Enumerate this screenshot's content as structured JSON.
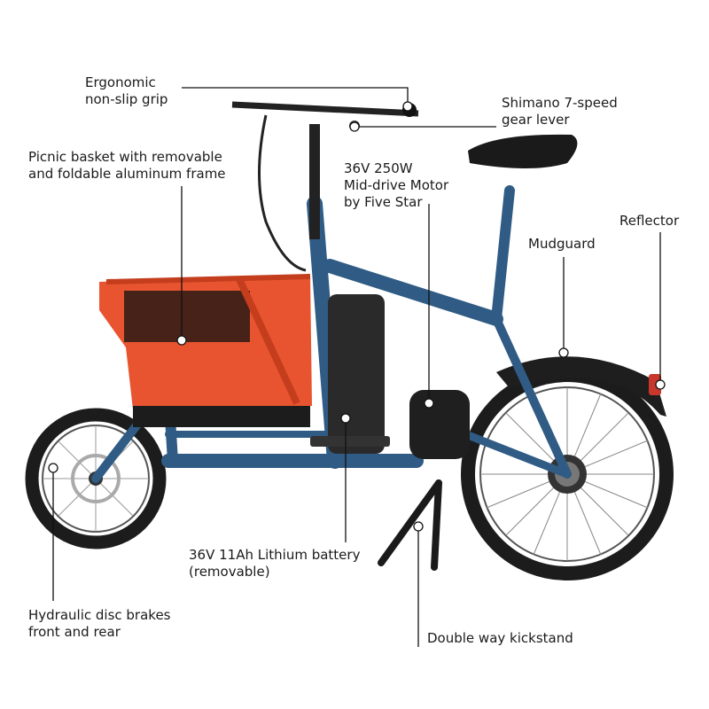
{
  "callouts": {
    "grip": [
      "Ergonomic",
      "non-slip grip"
    ],
    "gear_lever": [
      "Shimano 7-speed",
      "gear lever"
    ],
    "basket": [
      "Picnic basket with removable",
      "and foldable aluminum frame"
    ],
    "motor": [
      "36V 250W",
      "Mid-drive Motor",
      "by Five Star"
    ],
    "reflector": [
      "Reflector"
    ],
    "mudguard": [
      "Mudguard"
    ],
    "battery": [
      "36V 11Ah Lithium battery",
      "(removable)"
    ],
    "brakes": [
      "Hydraulic disc brakes",
      "front and rear"
    ],
    "kickstand": [
      "Double way kickstand"
    ]
  },
  "colors": {
    "frame": "#2f5b84",
    "basket": "#e8542f",
    "tire": "#1c1c1c",
    "battery": "#2a2a2a",
    "reflector": "#c7372c",
    "leader_line": "#111111"
  }
}
